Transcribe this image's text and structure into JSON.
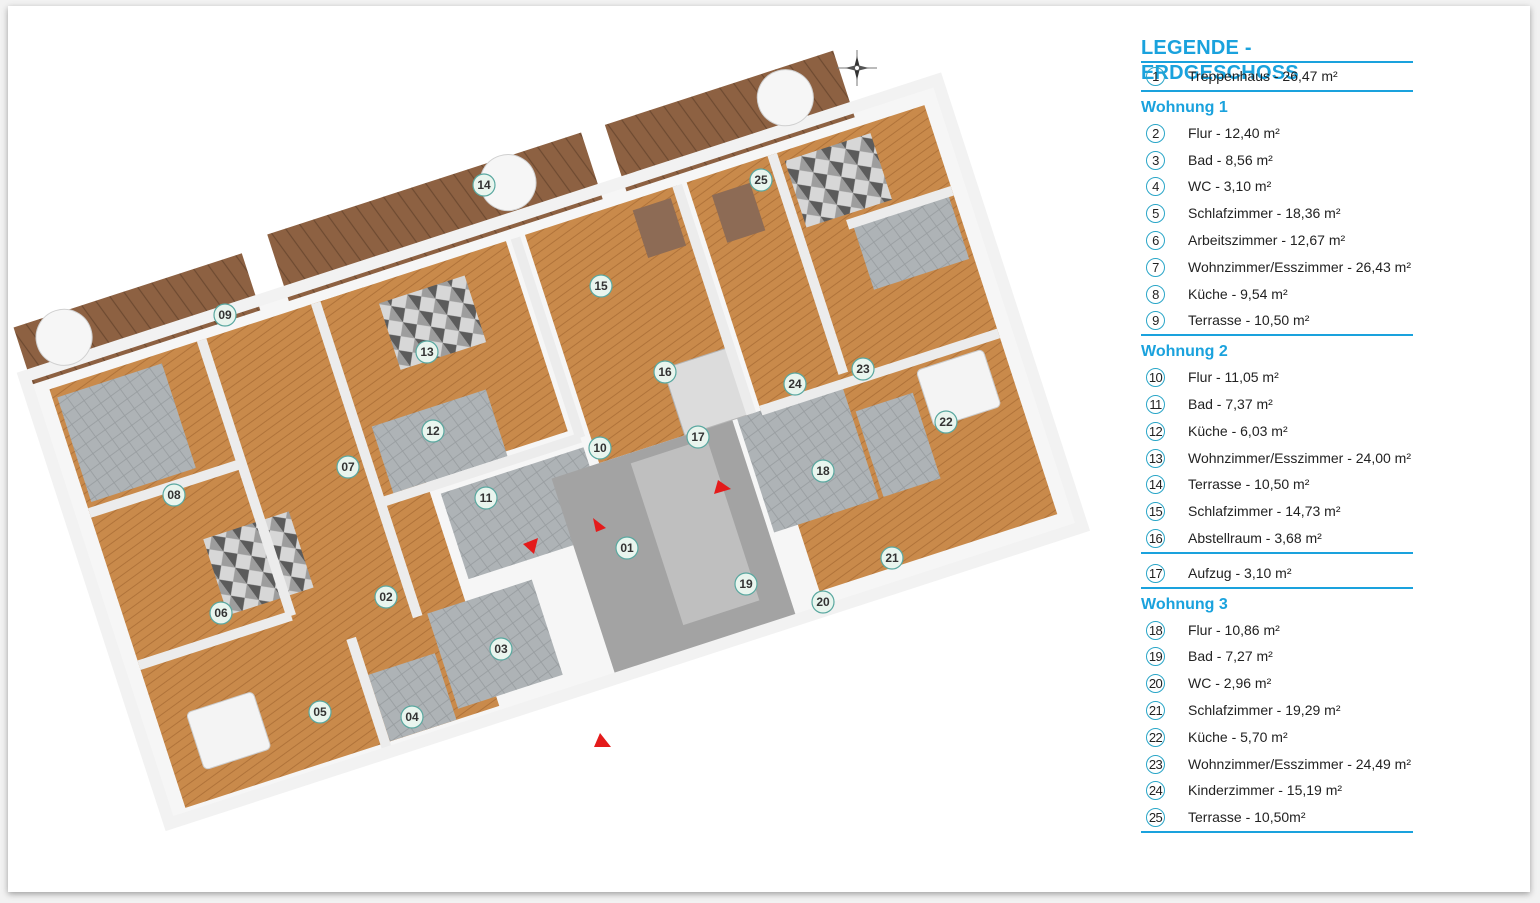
{
  "legend": {
    "title": "LEGENDE - ERDGESCHOSS",
    "rows": [
      {
        "num": "1",
        "text": "Treppenhaus - 26,47 m²"
      }
    ],
    "sections": [
      {
        "title": "Wohnung 1",
        "rows": [
          {
            "num": "2",
            "text": "Flur - 12,40 m²"
          },
          {
            "num": "3",
            "text": "Bad - 8,56 m²"
          },
          {
            "num": "4",
            "text": "WC - 3,10 m²"
          },
          {
            "num": "5",
            "text": "Schlafzimmer - 18,36 m²"
          },
          {
            "num": "6",
            "text": "Arbeitszimmer - 12,67 m²"
          },
          {
            "num": "7",
            "text": "Wohnzimmer/Esszimmer - 26,43 m²"
          },
          {
            "num": "8",
            "text": "Küche - 9,54 m²"
          },
          {
            "num": "9",
            "text": "Terrasse - 10,50 m²"
          }
        ]
      },
      {
        "title": "Wohnung 2",
        "rows": [
          {
            "num": "10",
            "text": "Flur - 11,05 m²"
          },
          {
            "num": "11",
            "text": "Bad - 7,37 m²"
          },
          {
            "num": "12",
            "text": "Küche - 6,03 m²"
          },
          {
            "num": "13",
            "text": "Wohnzimmer/Esszimmer - 24,00 m²"
          },
          {
            "num": "14",
            "text": "Terrasse - 10,50 m²"
          },
          {
            "num": "15",
            "text": "Schlafzimmer - 14,73 m²"
          },
          {
            "num": "16",
            "text": "Abstellraum - 3,68 m²"
          }
        ]
      }
    ],
    "elevator": {
      "num": "17",
      "text": "Aufzug - 3,10 m²"
    },
    "section3": {
      "title": "Wohnung 3",
      "rows": [
        {
          "num": "18",
          "text": "Flur - 10,86 m²"
        },
        {
          "num": "19",
          "text": "Bad - 7,27 m²"
        },
        {
          "num": "20",
          "text": "WC - 2,96 m²"
        },
        {
          "num": "21",
          "text": "Schlafzimmer - 19,29 m²"
        },
        {
          "num": "22",
          "text": "Küche - 5,70 m²"
        },
        {
          "num": "23",
          "text": "Wohnzimmer/Esszimmer - 24,49 m²"
        },
        {
          "num": "24",
          "text": "Kinderzimmer - 15,19 m²"
        },
        {
          "num": "25",
          "text": "Terrasse - 10,50m²"
        }
      ]
    }
  },
  "plan": {
    "labels": [
      "01",
      "02",
      "03",
      "04",
      "05",
      "06",
      "07",
      "08",
      "09",
      "10",
      "11",
      "12",
      "13",
      "14",
      "15",
      "16",
      "17",
      "18",
      "19",
      "20",
      "21",
      "22",
      "23",
      "24",
      "25"
    ]
  },
  "colors": {
    "accent": "#1aa2dd",
    "floor_wood": "#c98a4b",
    "terrace_wood": "#8a6040",
    "tile": "#a7adb0",
    "wall": "#f4f4f4",
    "stair": "#9c9c9c"
  }
}
